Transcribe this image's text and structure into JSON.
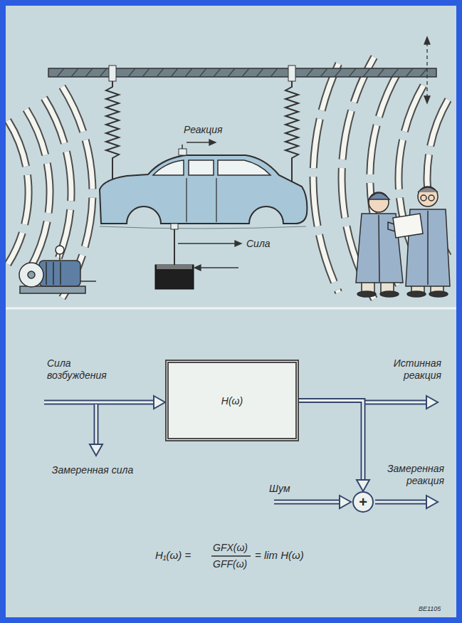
{
  "diagram": {
    "nodes": [
      {
        "text": [
          "H(ω)"
        ]
      },
      {
        "text": [
          "+"
        ]
      }
    ],
    "edges": [
      {
        "from": 0,
        "to": 1,
        "arrow": "to"
      }
    ],
    "labels": [
      "Реакция",
      "Сила",
      "Сила возбуждения",
      "Истинная реакция",
      "Замеренная сила",
      "Шум",
      "Замеренная реакция",
      "H₁(ω) =",
      "GFX(ω)",
      "GFF(ω)",
      "= lim H(ω)",
      "BE1105"
    ]
  }
}
